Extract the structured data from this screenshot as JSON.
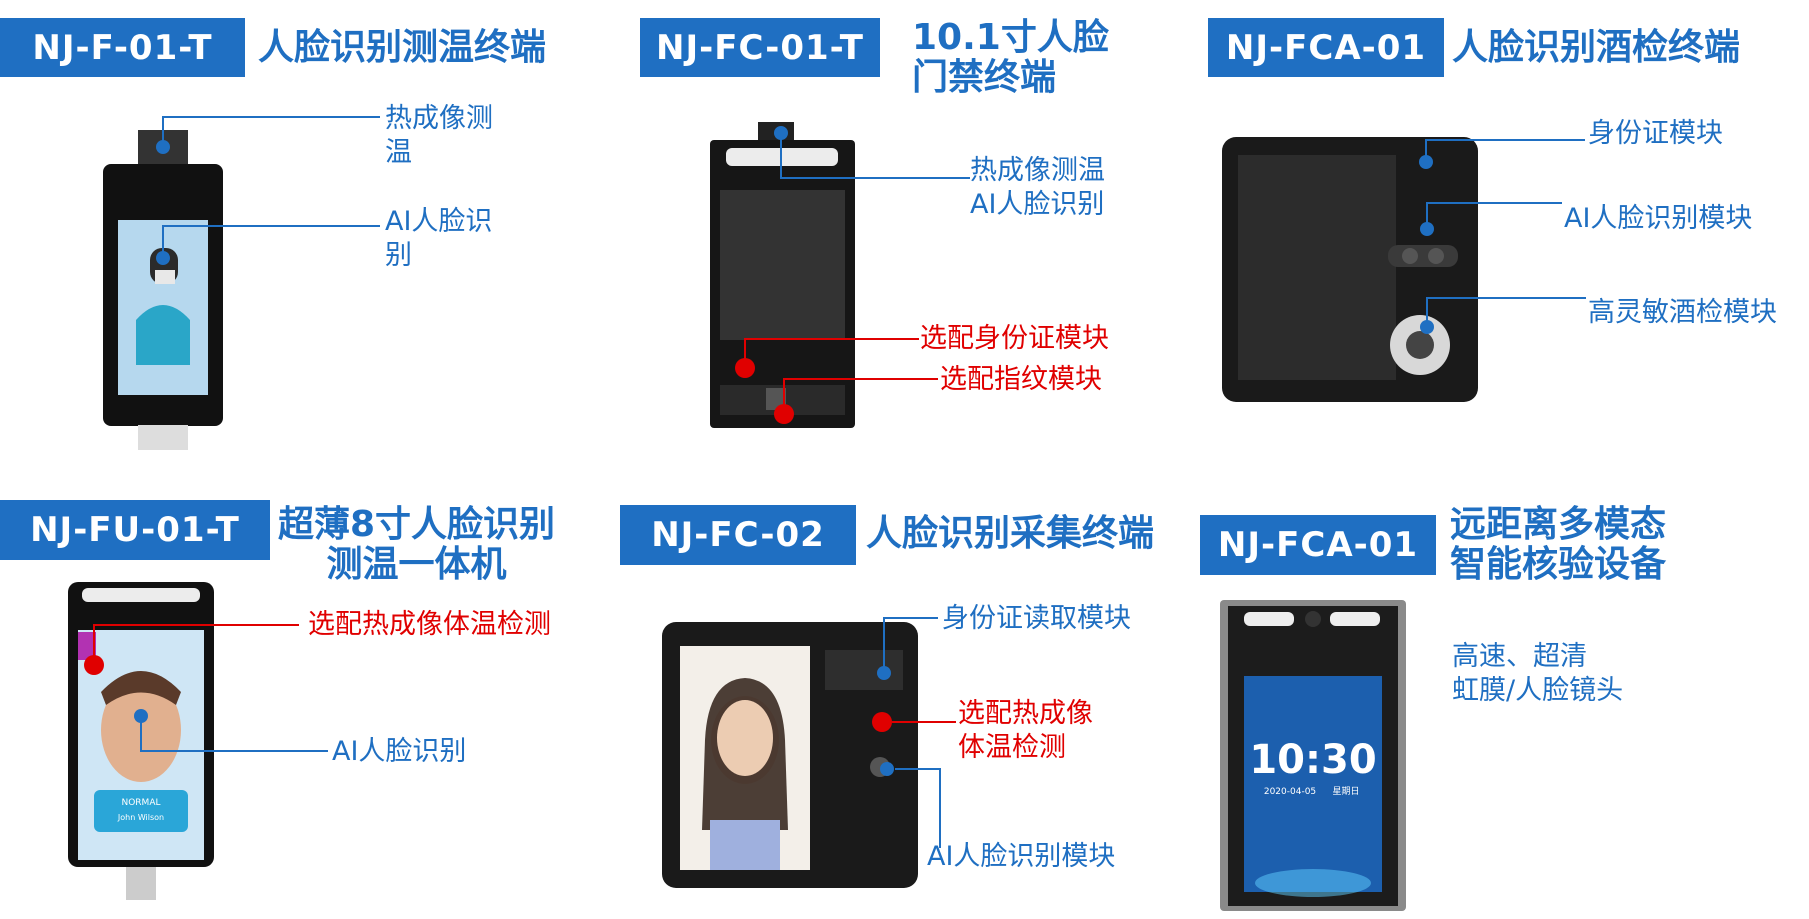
{
  "products": [
    {
      "model": "NJ-F-01-T",
      "name": "人脸识别测温终端",
      "annotations": [
        "热成像测\n温",
        "AI人脸识\n别"
      ]
    },
    {
      "model": "NJ-FC-01-T",
      "name": "10.1寸人脸\n门禁终端",
      "annotations": [
        "热成像测温\nAI人脸识别",
        "选配身份证模块",
        "选配指纹模块"
      ]
    },
    {
      "model": "NJ-FCA-01",
      "name": "人脸识别酒检终端",
      "annotations": [
        "身份证模块",
        "AI人脸识别模块",
        "高灵敏酒检模块"
      ]
    },
    {
      "model": "NJ-FU-01-T",
      "name": "超薄8寸人脸识别\n测温一体机",
      "annotations": [
        "选配热成像体温检测",
        "AI人脸识别"
      ],
      "screen_text": [
        "NORMAL",
        "John Wilson"
      ]
    },
    {
      "model": "NJ-FC-02",
      "name": "人脸识别采集终端",
      "annotations": [
        "身份证读取模块",
        "选配热成像\n体温检测",
        "AI人脸识别模块"
      ]
    },
    {
      "model": "NJ-FCA-01",
      "name": "远距离多模态\n智能核验设备",
      "annotations": [
        "高速、超清\n虹膜/人脸镜头"
      ],
      "screen_time": "10:30",
      "screen_date": "2020-04-05",
      "screen_weekday": "星期日"
    }
  ],
  "colors": {
    "brand_blue": "#1f6fc2",
    "option_red": "#e00000"
  }
}
